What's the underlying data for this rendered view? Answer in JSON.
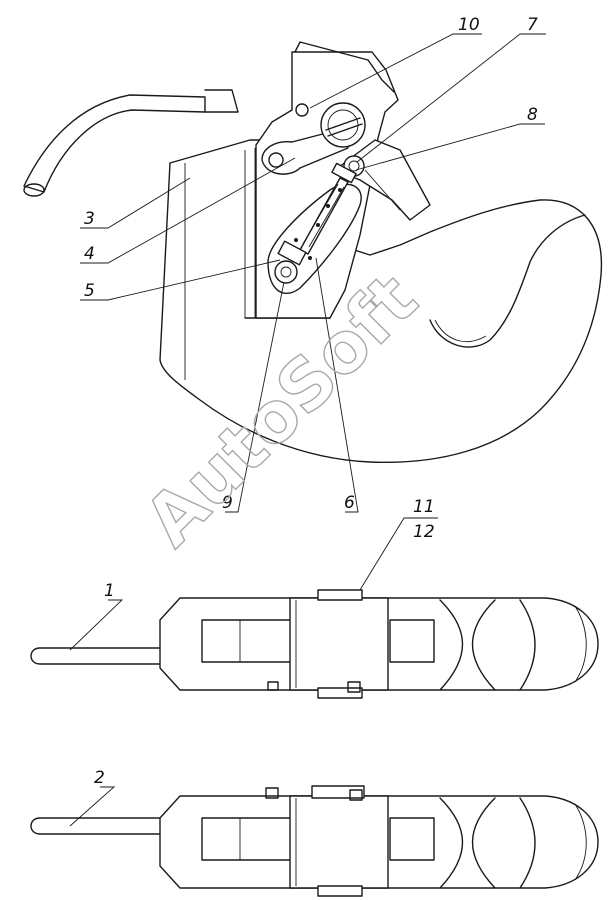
{
  "watermark": "AutoSoft",
  "callouts": [
    {
      "id": "c10",
      "text": "10"
    },
    {
      "id": "c7",
      "text": "7"
    },
    {
      "id": "c8",
      "text": "8"
    },
    {
      "id": "c3",
      "text": "3"
    },
    {
      "id": "c4",
      "text": "4"
    },
    {
      "id": "c5",
      "text": "5"
    },
    {
      "id": "c9",
      "text": "9"
    },
    {
      "id": "c6",
      "text": "6"
    },
    {
      "id": "c11",
      "text": "11"
    },
    {
      "id": "c12",
      "text": "12"
    },
    {
      "id": "c1",
      "text": "1"
    },
    {
      "id": "c2",
      "text": "2"
    }
  ]
}
